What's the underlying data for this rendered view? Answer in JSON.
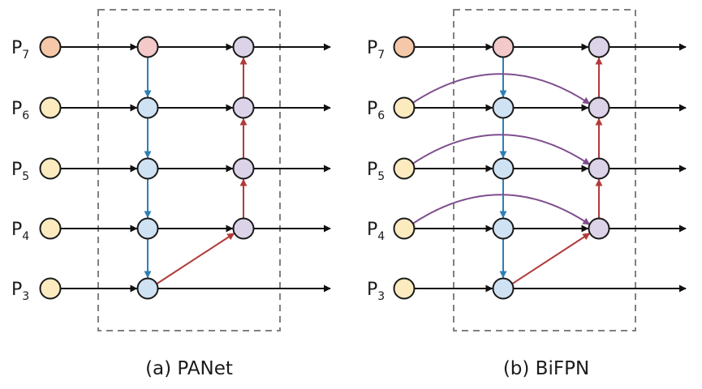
{
  "panels": [
    {
      "id": "panet",
      "caption": "(a) PANet",
      "levels": [
        {
          "letter": "P",
          "sub": "7"
        },
        {
          "letter": "P",
          "sub": "6"
        },
        {
          "letter": "P",
          "sub": "5"
        },
        {
          "letter": "P",
          "sub": "4"
        },
        {
          "letter": "P",
          "sub": "3"
        }
      ],
      "skip_connections": false
    },
    {
      "id": "bifpn",
      "caption": "(b) BiFPN",
      "levels": [
        {
          "letter": "P",
          "sub": "7"
        },
        {
          "letter": "P",
          "sub": "6"
        },
        {
          "letter": "P",
          "sub": "5"
        },
        {
          "letter": "P",
          "sub": "4"
        },
        {
          "letter": "P",
          "sub": "3"
        }
      ],
      "skip_connections": true
    }
  ],
  "colors": {
    "input_top": "#f4c8a8",
    "input": "#fdebc0",
    "td_top": "#f4c9c9",
    "td": "#cfe2f3",
    "out": "#ddd3e8",
    "lateral": "#111111",
    "topdown": "#2f7fb3",
    "bottomup": "#b23a3a",
    "skip": "#7e4f8e",
    "box": "#808080"
  }
}
